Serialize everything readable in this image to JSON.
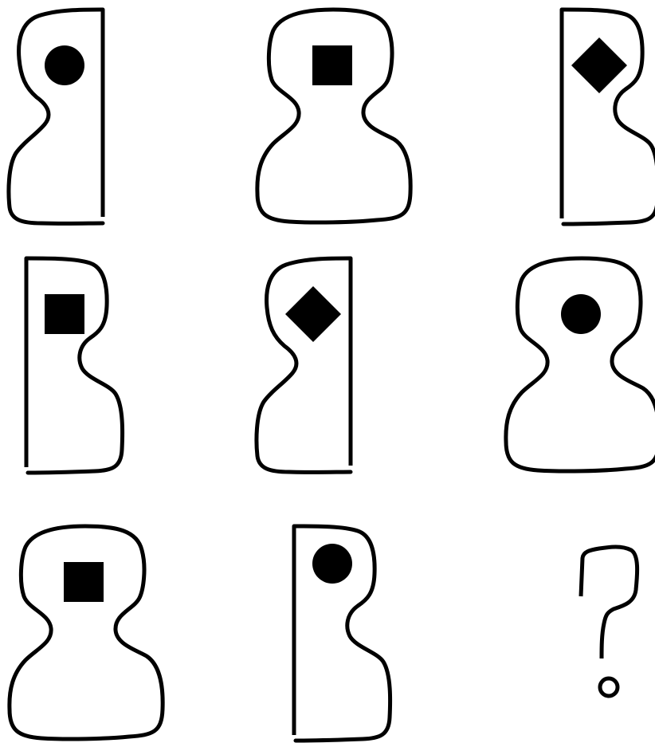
{
  "colors": {
    "stroke": "#000000",
    "fill": "#000000",
    "background": "#ffffff"
  },
  "grid": {
    "rows": 3,
    "columns": 3
  },
  "panels": [
    {
      "row": 1,
      "column": 1,
      "outline": "left-half",
      "symbol": "circle"
    },
    {
      "row": 1,
      "column": 2,
      "outline": "full",
      "symbol": "square"
    },
    {
      "row": 1,
      "column": 3,
      "outline": "right-half",
      "symbol": "diamond"
    },
    {
      "row": 2,
      "column": 1,
      "outline": "right-half",
      "symbol": "square"
    },
    {
      "row": 2,
      "column": 2,
      "outline": "left-half",
      "symbol": "diamond"
    },
    {
      "row": 2,
      "column": 3,
      "outline": "full",
      "symbol": "circle"
    },
    {
      "row": 3,
      "column": 1,
      "outline": "full",
      "symbol": "square"
    },
    {
      "row": 3,
      "column": 2,
      "outline": "right-half",
      "symbol": "circle"
    },
    {
      "row": 3,
      "column": 3,
      "outline": "unknown",
      "symbol": "question-mark"
    }
  ]
}
